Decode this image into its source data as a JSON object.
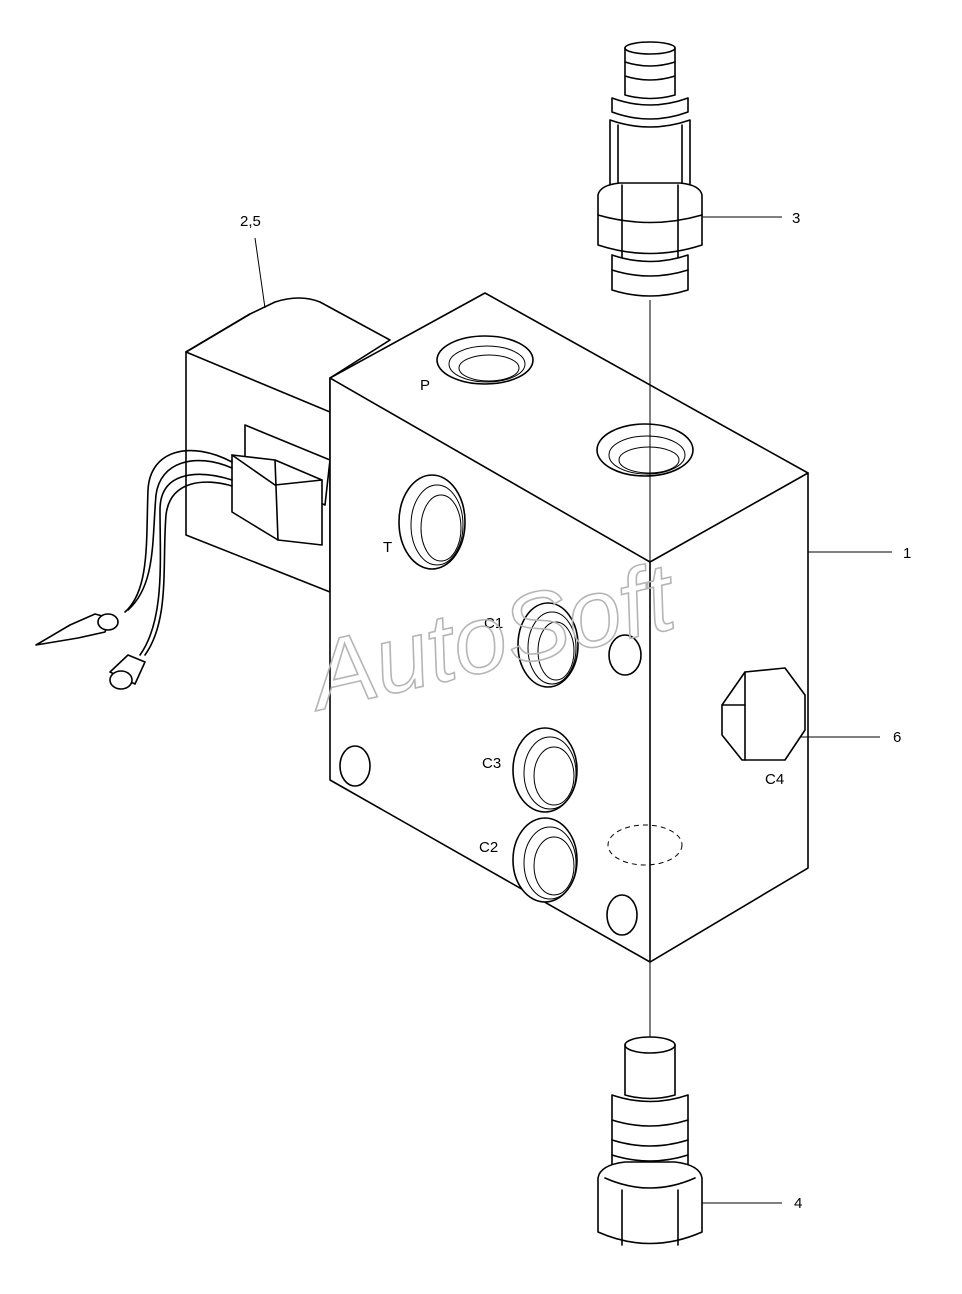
{
  "callouts": {
    "solenoid": "2,5",
    "valve_top": "3",
    "block": "1",
    "plug": "6",
    "valve_bottom": "4"
  },
  "ports": {
    "p": "P",
    "t": "T",
    "c1": "C1",
    "c3": "C3",
    "c2": "C2",
    "c4": "C4"
  },
  "watermark": "AutoSoft"
}
